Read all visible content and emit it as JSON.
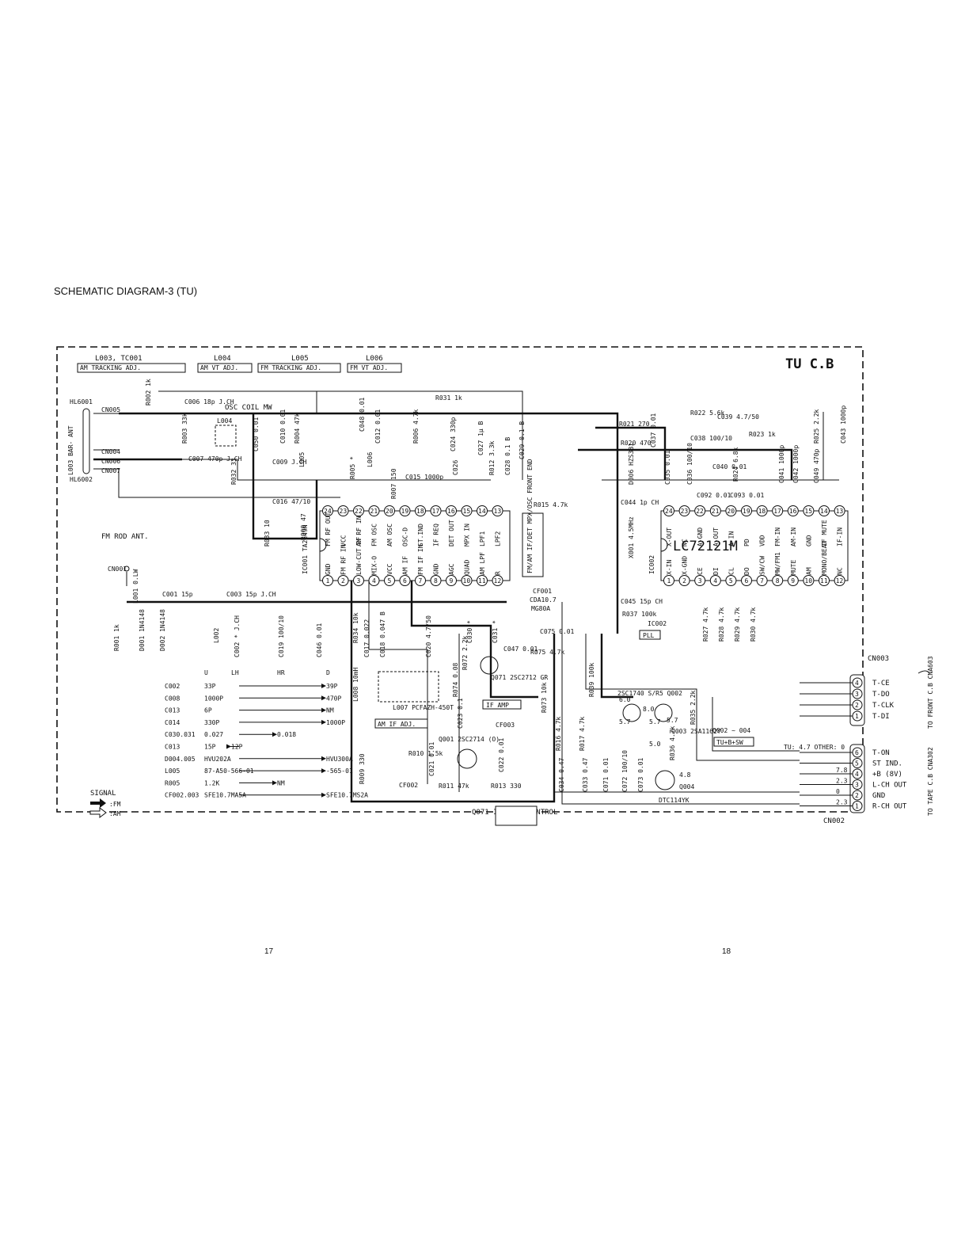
{
  "page": {
    "title": "SCHEMATIC DIAGRAM-3 (TU)",
    "page_left": "17",
    "page_right": "18"
  },
  "board": {
    "name": "TU C.B"
  },
  "adjustments": {
    "headers": [
      "L003, TC001",
      "L004",
      "L005",
      "L006"
    ],
    "boxes": [
      "AM TRACKING ADJ.",
      "AM VT ADJ.",
      "FM TRACKING ADJ.",
      "FM VT ADJ."
    ]
  },
  "antenna": {
    "bar_ant": "L003 BAR- ANT",
    "hl1": "HL6001",
    "hl2": "HL6002",
    "cn005": "CN005",
    "cn004": "CN004",
    "cn006": "CN006",
    "cn007": "CN007",
    "fm_rod": "FM ROD ANT.",
    "cn001": "CN001",
    "l001": "L001 0.LW"
  },
  "ic001": {
    "ref": "IC001 TA2149N",
    "top_pins": [
      "24",
      "23",
      "22",
      "21",
      "20",
      "19",
      "18",
      "17",
      "16",
      "15",
      "14",
      "13"
    ],
    "bottom_pins": [
      "1",
      "2",
      "3",
      "4",
      "5",
      "6",
      "7",
      "8",
      "9",
      "10",
      "11",
      "12"
    ],
    "top_labels": [
      "FM RF OUT",
      "VCC",
      "AM RF IN",
      "FM OSC",
      "AM OSC",
      "OSC-D",
      "ST.IND",
      "IF REQ",
      "DET OUT",
      "MPX IN",
      "LPF1",
      "LPF2"
    ],
    "bottom_labels": [
      "GND",
      "FM RF IN",
      "LOW-CUT RF",
      "MIX-O",
      "VCC",
      "AM IF",
      "FM IF IN",
      "GND",
      "AGC",
      "QUAD",
      "AM LPF",
      "R"
    ]
  },
  "ic002": {
    "ref": "IC002",
    "part": "LC72121M",
    "function_box": "PLL",
    "top_pins": [
      "24",
      "23",
      "22",
      "21",
      "20",
      "19",
      "18",
      "17",
      "16",
      "15",
      "14",
      "13"
    ],
    "bottom_pins": [
      "1",
      "2",
      "3",
      "4",
      "5",
      "6",
      "7",
      "8",
      "9",
      "10",
      "11",
      "12"
    ],
    "top_labels": [
      "X-OUT",
      "NC",
      "A-GND",
      "A-OUT",
      "A IN",
      "PD",
      "VDD",
      "FM-IN",
      "AM-IN",
      "GND",
      "IF MUTE",
      "IF-IN"
    ],
    "bottom_labels": [
      "X-IN",
      "X-GND",
      "CE",
      "DI",
      "CL",
      "DO",
      "SW/CW",
      "MW/FM1",
      "MUTE",
      "AM",
      "MONO/BEAT",
      "NC"
    ]
  },
  "cf001": {
    "ref": "CF001",
    "part": "CDA10.7",
    "code": "MG80A"
  },
  "ifdet_box": "FM/AM IF/DET MPX/OSC FRONT END",
  "components": {
    "c001": "C001 15p",
    "c003": "C003 15p J.CH",
    "c006": "C006 18p J.CH",
    "c007": "C007 470p J.CH",
    "l004": "L004",
    "osc_coil": "OSC COIL MW",
    "r002": "R002 1k",
    "r003": "R003 33k",
    "r004": "R004 47k",
    "r005": "R005 *",
    "r006": "R006 4.7k",
    "r007": "R007 150",
    "r008": "R008 47",
    "r031": "R031 1k",
    "r032": "R032 33",
    "r033": "R033 10",
    "r001": "R001 1k",
    "c016": "C016 47/10",
    "c019": "C019 100/10",
    "c046": "C046 0.01",
    "c015": "C015 1000p",
    "c024": "C024 330p",
    "c026": "C026",
    "c027": "C027 1µ B",
    "r012": "R012 3.3k",
    "c028": "C028 0.1 B",
    "c029": "C029 0.1 B",
    "r015": "R015 4.7k",
    "c050": "C050 0.01",
    "c010": "C010 0.01",
    "c009": "C009 J.CH",
    "l005": "L005",
    "l006": "L006",
    "c048": "C048 0.01",
    "c012": "C012 0.01",
    "d001": "D001 1N4148",
    "d002": "D002 1N4148",
    "l002": "L002",
    "c002": "C002 * J.CH",
    "c017": "C017 0.022",
    "c018": "C018 0.047 B",
    "r034": "R034 10k",
    "c020": "C020 4.7/50",
    "c030": "C030 *",
    "c031": "C031 *",
    "c047": "C047 0.01",
    "r075": "R075 4.7k",
    "c075": "C075 0.01",
    "r072": "R072 2.2k",
    "q071": "Q071 2SC2712 GR",
    "r074": "R074 0.08",
    "if_amp": "IF AMP",
    "c023": "C023 0.1",
    "r073": "R073 10k",
    "l008": "L008 10mH",
    "l007": "L007 PCFAZH-450T",
    "am_if_adj": "AM IF ADJ.",
    "q001": "Q001 2SC2714 (O)",
    "r010": "R010 1.5k",
    "c021": "C021 0.01",
    "c022": "C022 0.01",
    "cf003": "CF003",
    "cf002": "CF002",
    "r009": "R009 330",
    "r011": "R011 47k",
    "r013": "R013 330",
    "q071_gain": "Q071 IF GAIN CONTROL",
    "r021": "R021 270",
    "r020": "R020 470",
    "c037": "C037 0.01",
    "r022": "R022 5.6k",
    "c038": "C038 100/10",
    "c039": "C039 4.7/50",
    "r023": "R023 1k",
    "d006": "D006 HZS3B1",
    "c035": "C035 0.01",
    "c036": "C036 100/10",
    "c040": "C040 0.01",
    "r024": "R024 6.8k",
    "c092": "C092 0.01",
    "c093": "C093 0.01",
    "c041": "C041 1000p",
    "c042": "C042 1000p",
    "c049": "C049 470p",
    "r025": "R025 2.2k",
    "c043": "C043 1000p",
    "c044": "C044 1p CH",
    "x001": "X001 4.5MHz",
    "c045": "C045 15p CH",
    "r037": "R037 100k",
    "r027": "R027 4.7k",
    "r028": "R028 4.7k",
    "r029": "R029 4.7k",
    "r030": "R030 4.7k",
    "r016": "R016 4.7k",
    "r017": "R017 4.7k",
    "r039": "R039 100k",
    "q002": "2SC1740 S/R5 Q002",
    "q003": "Q003 2SA1162Y",
    "r035": "R035 2.2k",
    "r036": "R036 4.7k",
    "q004": "Q004",
    "dtc": "DTC114YK",
    "c034": "C034 0.47",
    "c033": "C033 0.47",
    "c071": "C071 0.01",
    "c072": "C072 100/10",
    "c073": "C073 0.01",
    "q_range": "Q002 ~ 004",
    "tu_sw": "TU+B+SW",
    "v60": "6.0",
    "v80": "8.0",
    "v57a": "5.7",
    "v57b": "5.7",
    "v57c": "5.7",
    "v50": "5.0",
    "v48": "4.8"
  },
  "table": {
    "headers": [
      "",
      "U",
      "LH",
      "HR",
      "D"
    ],
    "rows": [
      [
        "C002",
        "33P",
        "",
        "",
        "39P"
      ],
      [
        "C008",
        "1000P",
        "",
        "",
        "470P"
      ],
      [
        "C013",
        "6P",
        "",
        "",
        "NM"
      ],
      [
        "C014",
        "330P",
        "",
        "",
        "1000P"
      ],
      [
        "C030.031",
        "0.027",
        "",
        "0.018",
        ""
      ],
      [
        "C013",
        "15P",
        "12P",
        "",
        ""
      ],
      [
        "D004.005",
        "HVU202A",
        "",
        "",
        "HVU300A"
      ],
      [
        "L005",
        "87-A50-566-01",
        "",
        "",
        "-565-01"
      ],
      [
        "R005",
        "1.2K",
        "",
        "NM",
        ""
      ],
      [
        "CF002.003",
        "SFE10.7MA5A",
        "",
        "",
        "SFE10.7MS2A"
      ]
    ]
  },
  "signal_legend": {
    "title": "SIGNAL",
    "fm": ":FM",
    "am": ":AM"
  },
  "cn003": {
    "ref": "CN003",
    "pins": [
      "4",
      "3",
      "2",
      "1"
    ],
    "labels": [
      "T-CE",
      "T-DO",
      "T-CLK",
      "T-DI"
    ],
    "dest": "TO FRONT C.B CNA603"
  },
  "cn002": {
    "ref": "CN002",
    "note": "TU: 4.7 OTHER: 0",
    "pins": [
      "6",
      "5",
      "4",
      "3",
      "2",
      "1"
    ],
    "labels": [
      "T-ON",
      "ST IND.",
      "+B (8V)",
      "L-CH OUT",
      "GND",
      "R-CH OUT"
    ],
    "voltages": [
      "",
      "",
      "7.8",
      "2.3",
      "0",
      "2.3"
    ],
    "dest": "TO TAPE C.B CNA302"
  }
}
